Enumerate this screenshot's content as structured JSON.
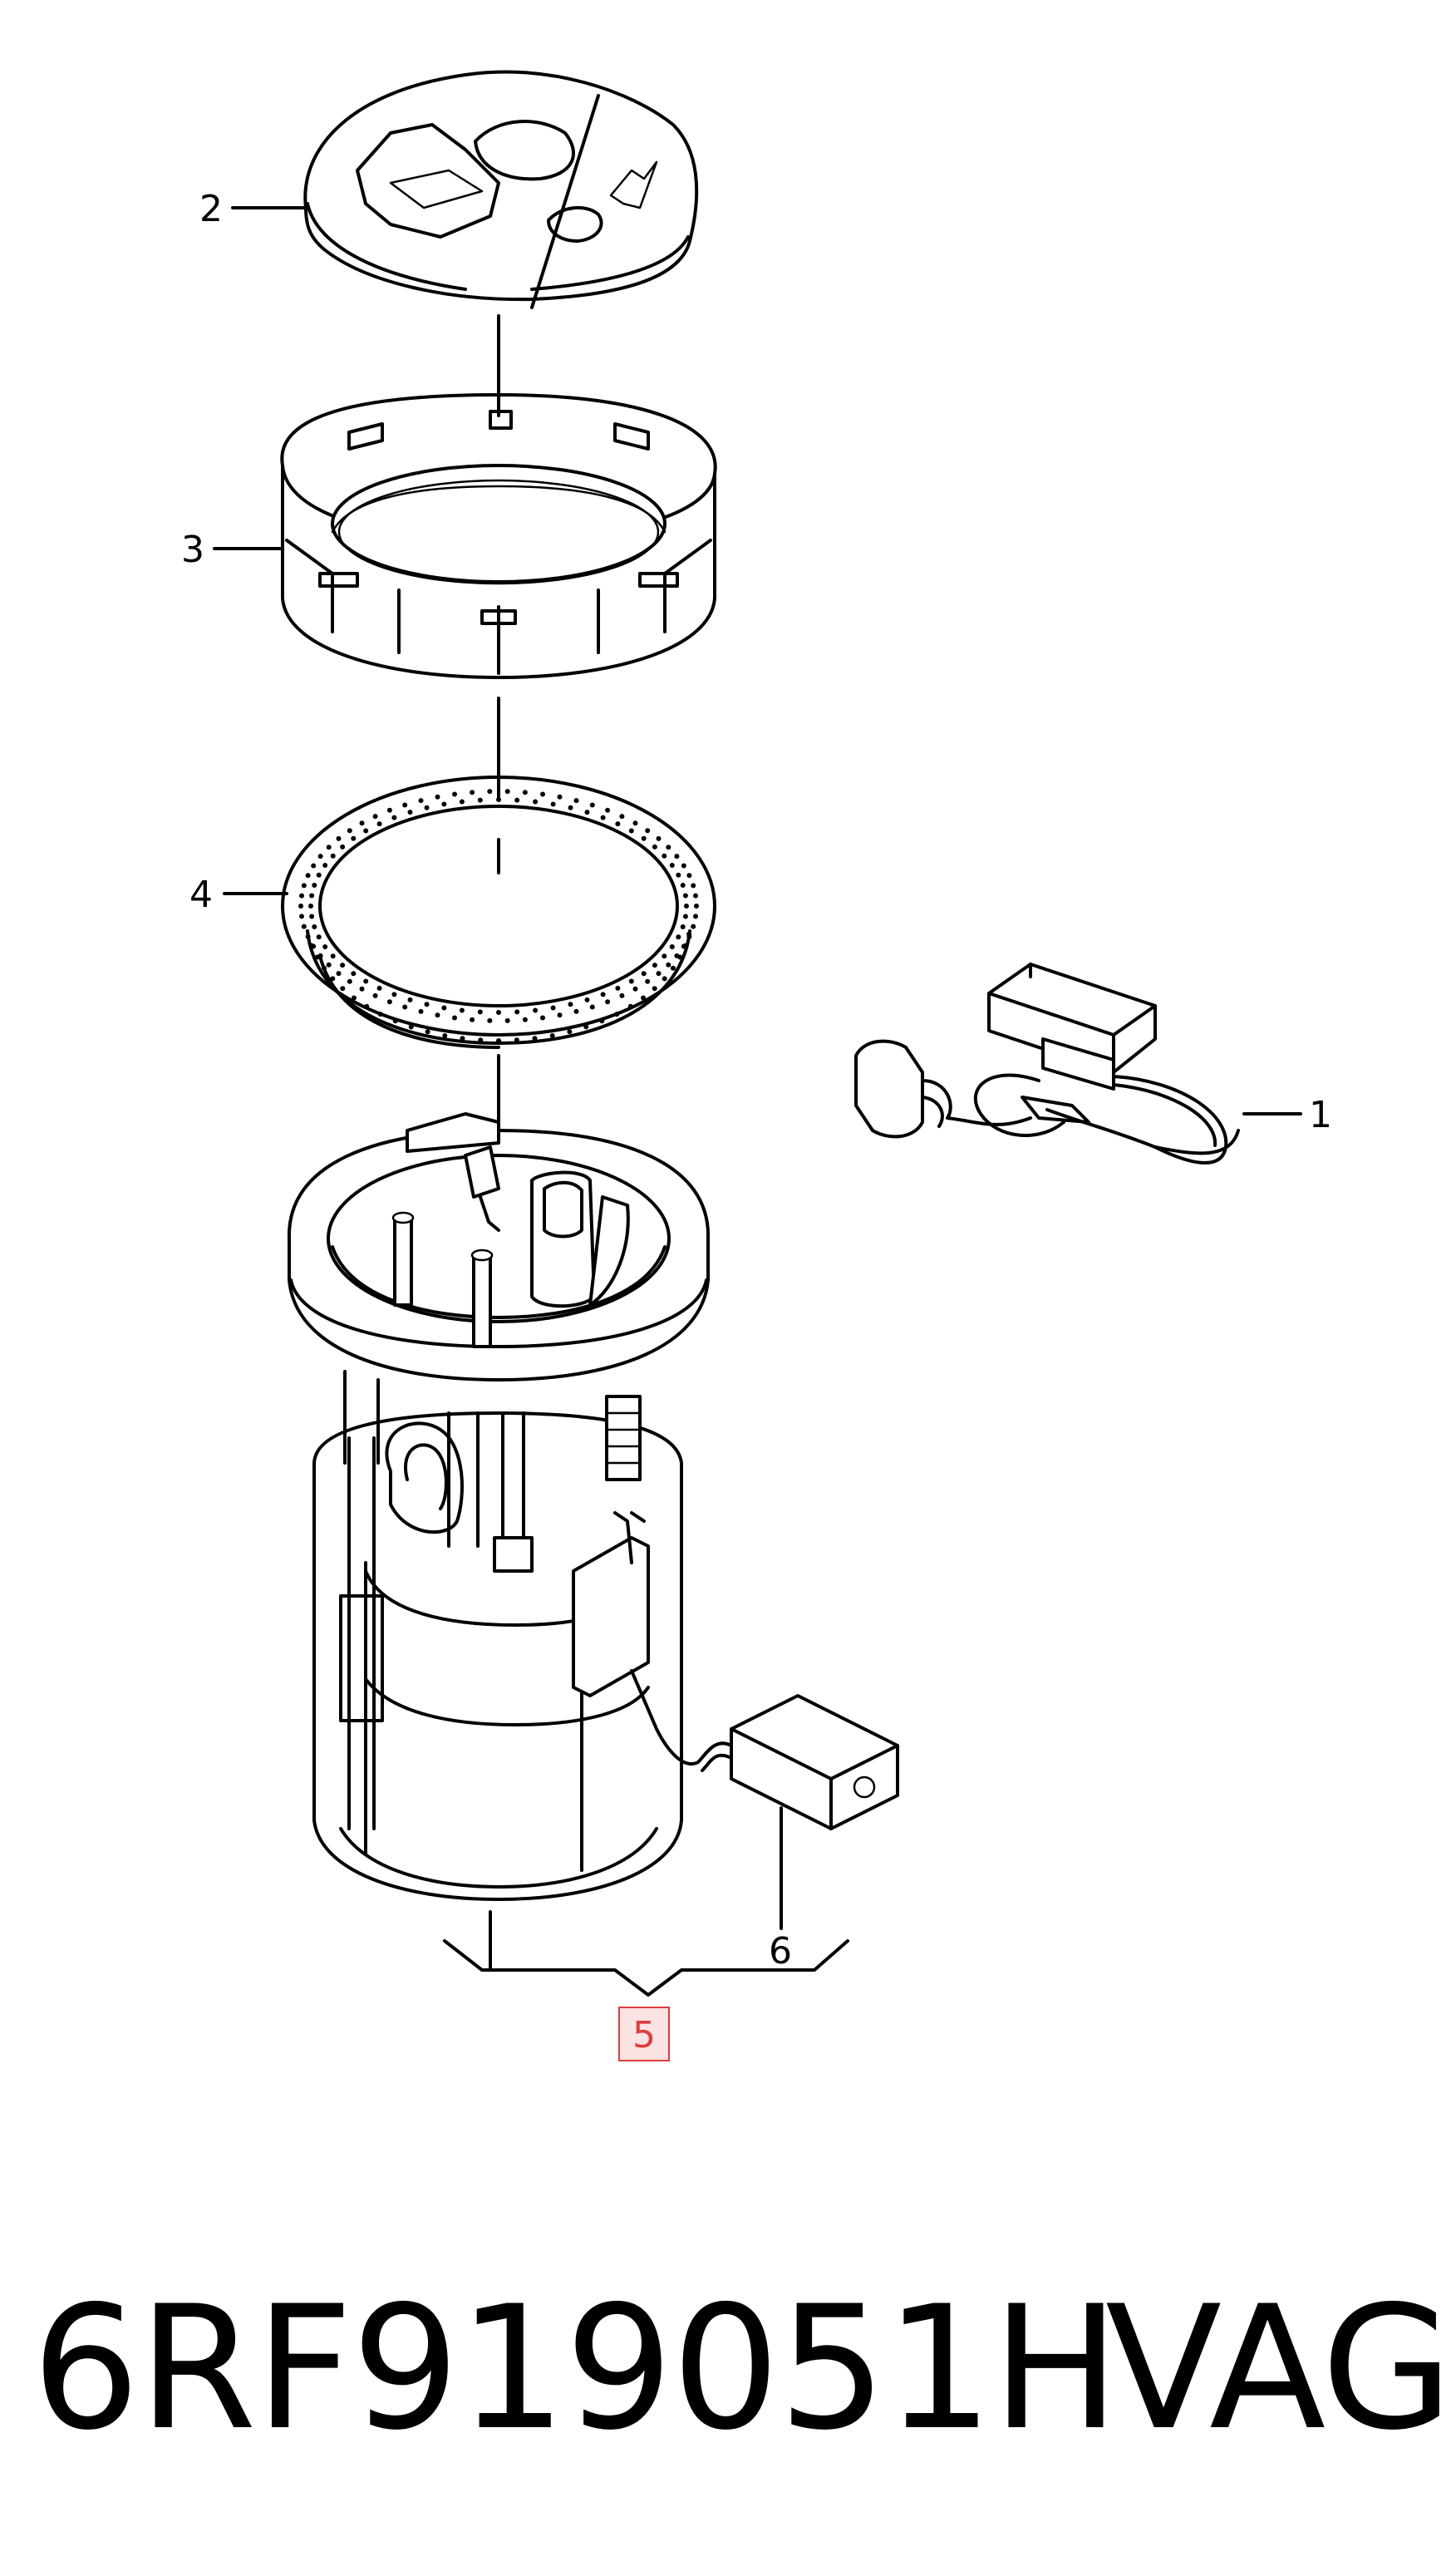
{
  "diagram": {
    "callouts": {
      "c1": "1",
      "c2": "2",
      "c3": "3",
      "c4": "4",
      "c5": "5",
      "c6": "6"
    },
    "highlight_color": "#e03c3c",
    "highlight_fill": "#fbe3e3"
  },
  "footer": {
    "part_number": "6RF919051H",
    "brand": "VAG"
  }
}
